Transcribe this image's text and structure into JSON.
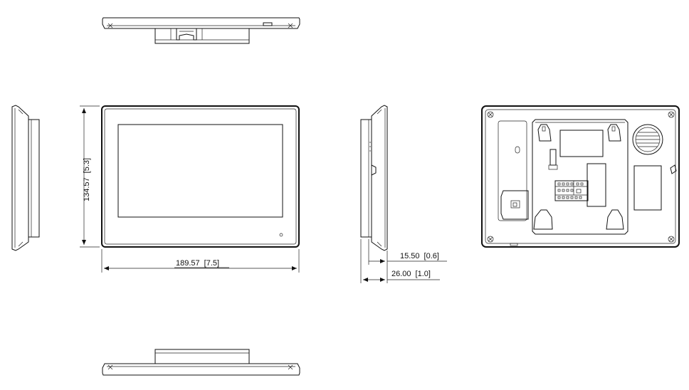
{
  "dimensions": {
    "width": {
      "value": "189.57",
      "inch": "[7.5]"
    },
    "height": {
      "value": "134.57",
      "inch": "[5.3]"
    },
    "depth_body": {
      "value": "15.50",
      "inch": "[0.6]"
    },
    "depth_total": {
      "value": "26.00",
      "inch": "[1.0]"
    }
  }
}
